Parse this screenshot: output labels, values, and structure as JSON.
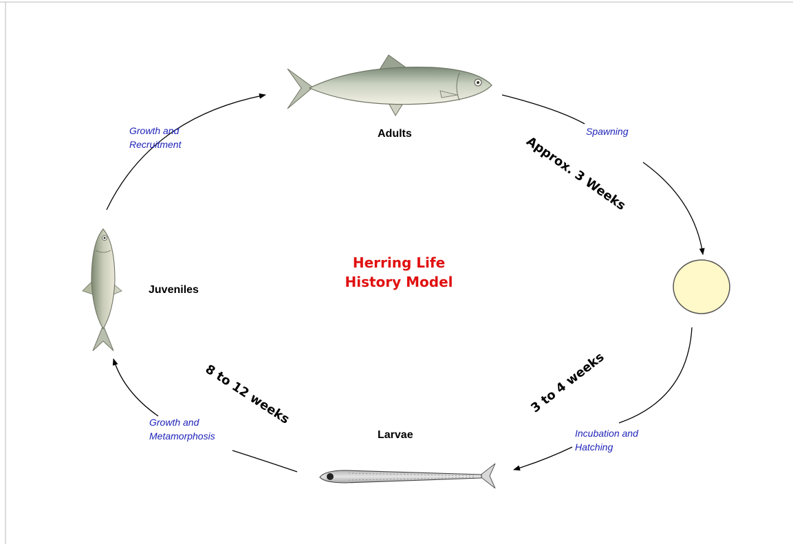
{
  "diagram": {
    "title_lines": [
      "Herring Life",
      "History Model"
    ],
    "stages": {
      "adults": "Adults",
      "juveniles": "Juveniles",
      "larvae": "Larvae"
    },
    "processes": {
      "spawning": [
        "Spawning"
      ],
      "incubation": [
        "Incubation and",
        "Hatching"
      ],
      "metamorphosis": [
        "Growth and",
        "Metamorphosis"
      ],
      "recruitment": [
        "Growth and",
        "Recruitment"
      ]
    },
    "durations": {
      "adults_to_eggs": "Approx. 3 Weeks",
      "eggs_to_larvae": "3 to 4 weeks",
      "larvae_to_juveniles": "8 to 12 weeks"
    },
    "colors": {
      "title": "#e01010",
      "process_text": "#1f24b8",
      "egg_fill": "#fff8c8",
      "arrow": "#000000"
    }
  }
}
